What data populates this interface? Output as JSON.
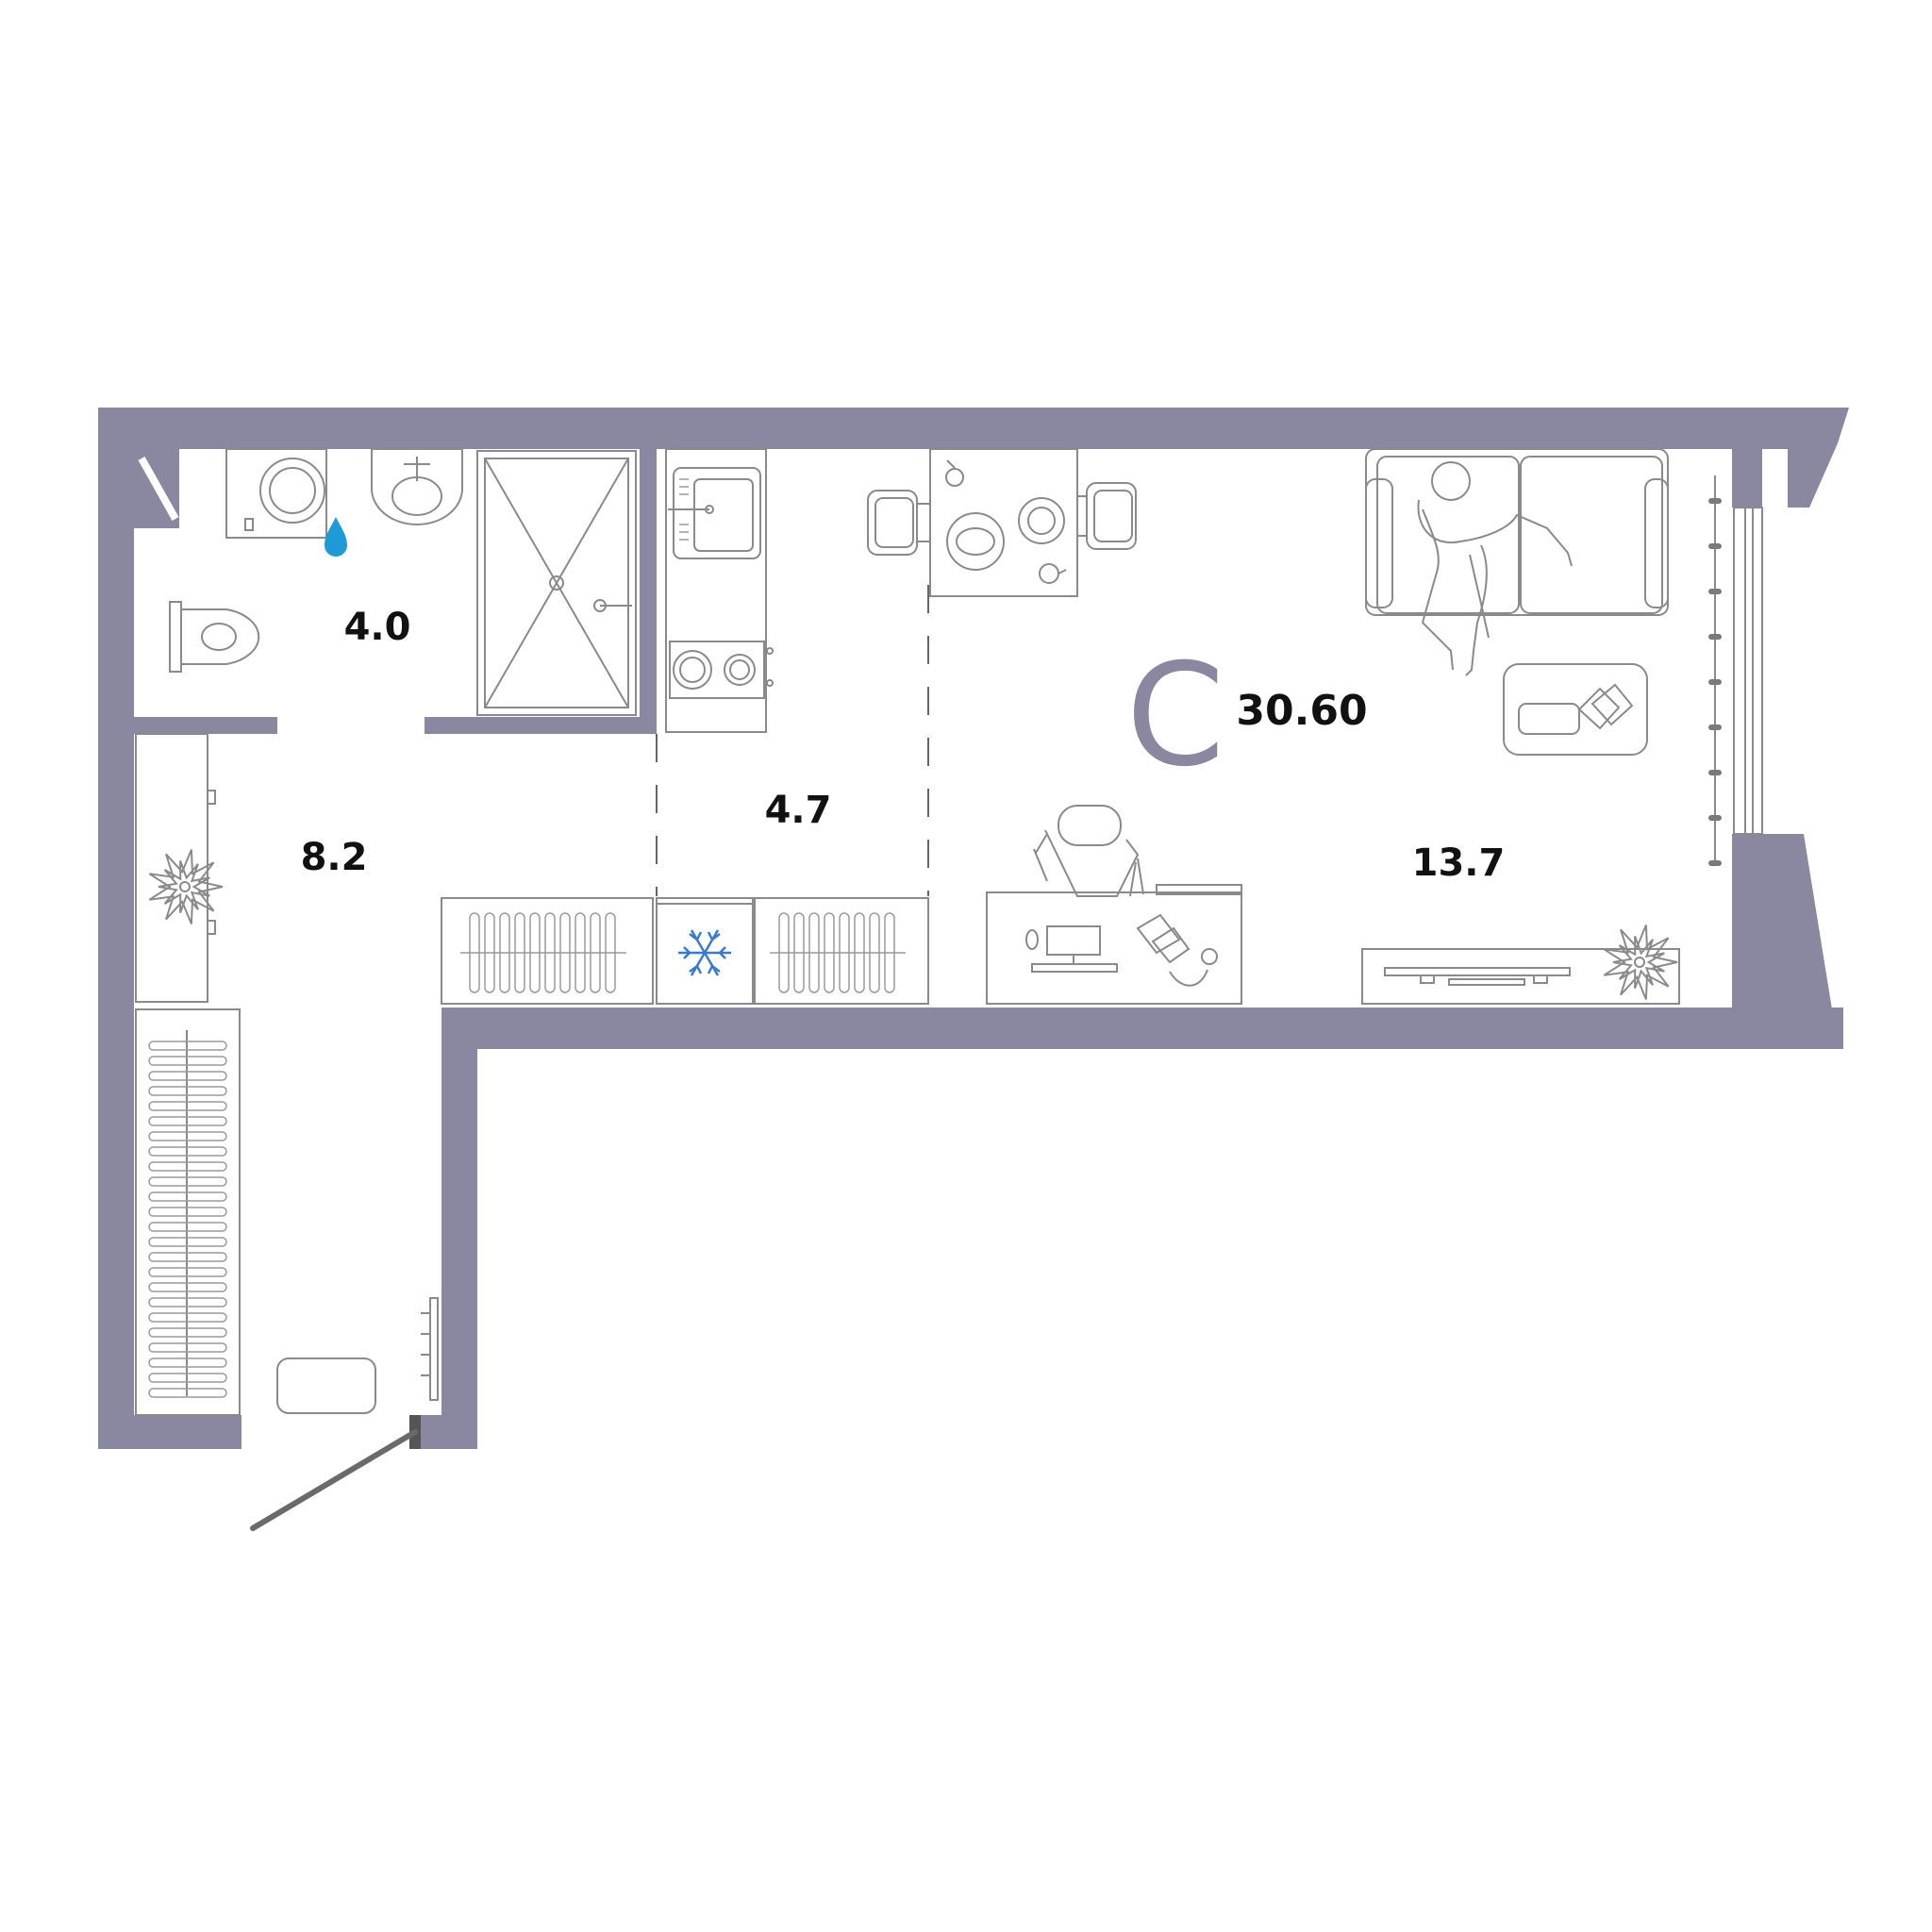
{
  "apartment": {
    "type_letter": "С",
    "total_area": "30.60"
  },
  "rooms": [
    {
      "id": "bathroom",
      "area": "4.0"
    },
    {
      "id": "hallway",
      "area": "8.2"
    },
    {
      "id": "kitchen",
      "area": "4.7"
    },
    {
      "id": "living-room",
      "area": "13.7"
    }
  ],
  "colors": {
    "wall": "#8a87a0",
    "accent": "#8a87a0",
    "water_drop": "#1e9ad6",
    "snowflake": "#3a7bc8",
    "fixture_line": "#8a8a8a"
  },
  "icons": [
    "water-drop-icon",
    "snowflake-icon",
    "plant-icon",
    "person-icon"
  ]
}
